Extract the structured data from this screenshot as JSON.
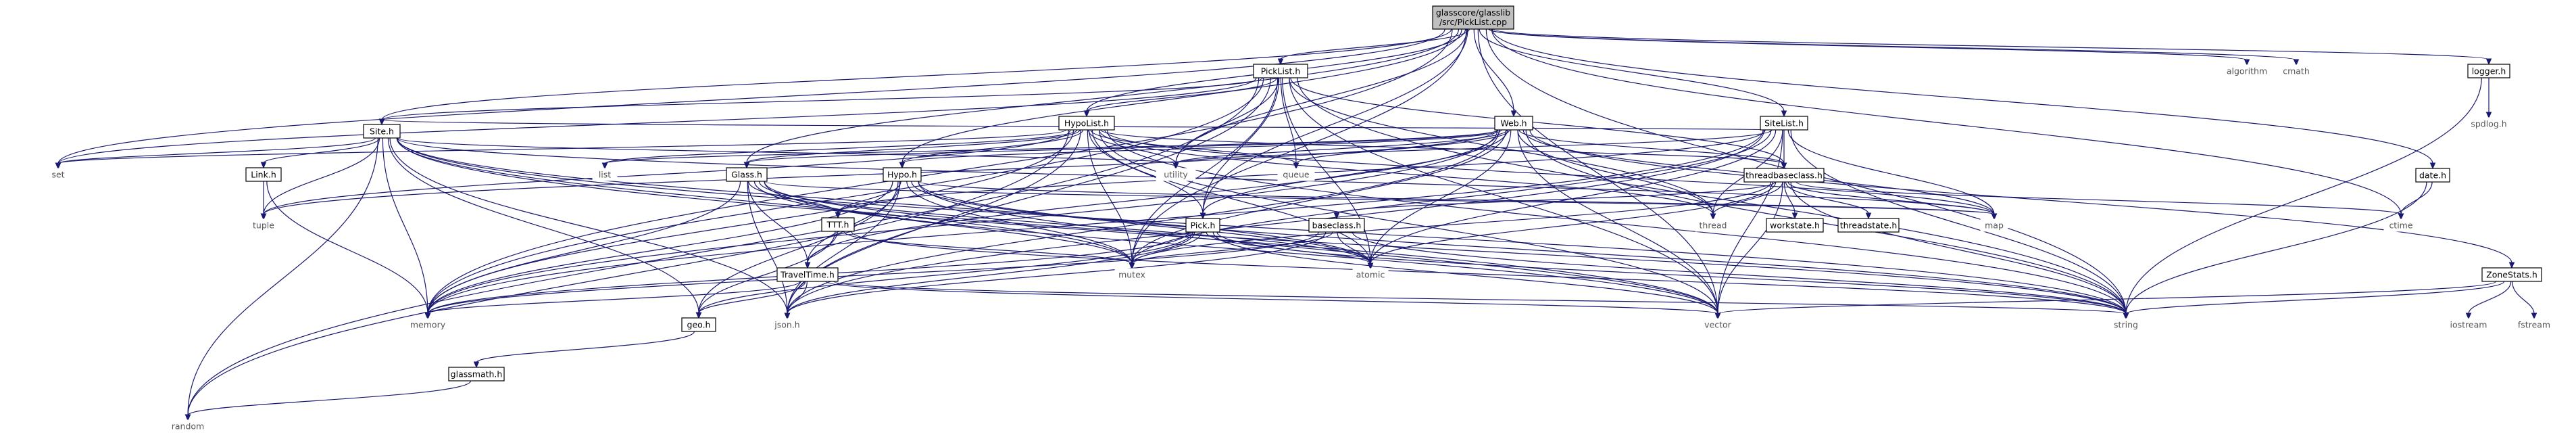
{
  "graph": {
    "root": {
      "line1": "glasscore/glasslib",
      "line2": "/src/PickList.cpp"
    },
    "nodes": {
      "n_algorithm": "algorithm",
      "n_cmath": "cmath",
      "n_logger": "logger.h",
      "n_spdlog": "spdlog.h",
      "n_date": "date.h",
      "n_ctime": "ctime",
      "n_zonestats": "ZoneStats.h",
      "n_iostream": "iostream",
      "n_fstream": "fstream",
      "n_picklist": "PickList.h",
      "n_hypolist": "HypoList.h",
      "n_web": "Web.h",
      "n_sitelist": "SiteList.h",
      "n_site": "Site.h",
      "n_link": "Link.h",
      "n_glass": "Glass.h",
      "n_hypo": "Hypo.h",
      "n_ttt": "TTT.h",
      "n_traveltime": "TravelTime.h",
      "n_pick": "Pick.h",
      "n_baseclass": "baseclass.h",
      "n_threadbaseclass": "threadbaseclass.h",
      "n_workstate": "workstate.h",
      "n_threadstate": "threadstate.h",
      "n_geo": "geo.h",
      "n_glassmath": "glassmath.h",
      "n_random": "random",
      "n_set": "set",
      "n_tuple": "tuple",
      "n_list": "list",
      "n_utility": "utility",
      "n_queue": "queue",
      "n_mutex": "mutex",
      "n_atomic": "atomic",
      "n_thread": "thread",
      "n_map": "map",
      "n_memory": "memory",
      "n_json": "json.h",
      "n_vector": "vector",
      "n_string": "string"
    }
  }
}
